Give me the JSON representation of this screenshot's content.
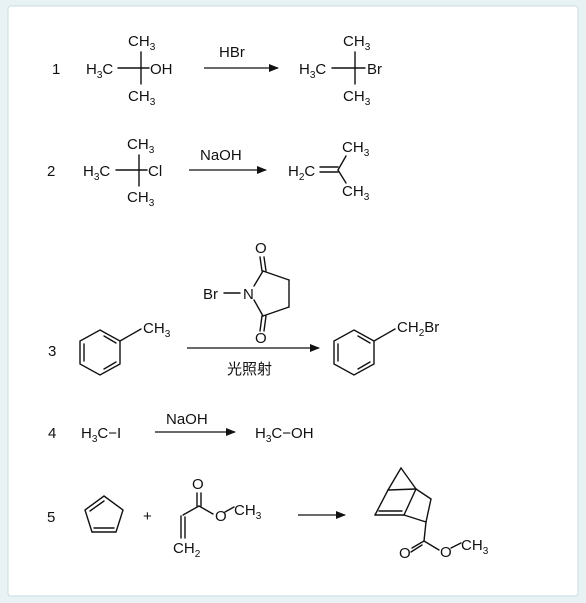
{
  "colors": {
    "panel_border": "#c9dde3",
    "panel_bg": "#ffffff",
    "ink": "#111111"
  },
  "reactions": [
    {
      "number": "1",
      "reactant": {
        "top": "CH3",
        "left": "H3C",
        "right": "OH",
        "bottom": "CH3"
      },
      "reagent": "HBr",
      "product": {
        "top": "CH3",
        "left": "H3C",
        "right": "Br",
        "bottom": "CH3"
      }
    },
    {
      "number": "2",
      "reactant": {
        "top": "CH3",
        "left": "H3C",
        "right": "Cl",
        "bottom": "CH3"
      },
      "reagent": "NaOH",
      "product": {
        "left": "H2C",
        "top": "CH3",
        "bottom": "CH3"
      }
    },
    {
      "number": "3",
      "reactant": {
        "substituent": "CH3"
      },
      "reagent": {
        "top_O": "O",
        "N": "N",
        "Br": "Br",
        "bottom_O": "O",
        "condition": "光照射"
      },
      "product": {
        "substituent": "CH2Br"
      }
    },
    {
      "number": "4",
      "reactant": "H3C−I",
      "reagent": "NaOH",
      "product": "H3C−OH"
    },
    {
      "number": "5",
      "plus": "+",
      "dienophile": {
        "carbonyl_O": "O",
        "ester_O": "O",
        "methyl": "CH3",
        "alkene": "CH2"
      },
      "product": {
        "carbonyl_O": "O",
        "ester_O": "O",
        "methyl": "CH3"
      }
    }
  ]
}
